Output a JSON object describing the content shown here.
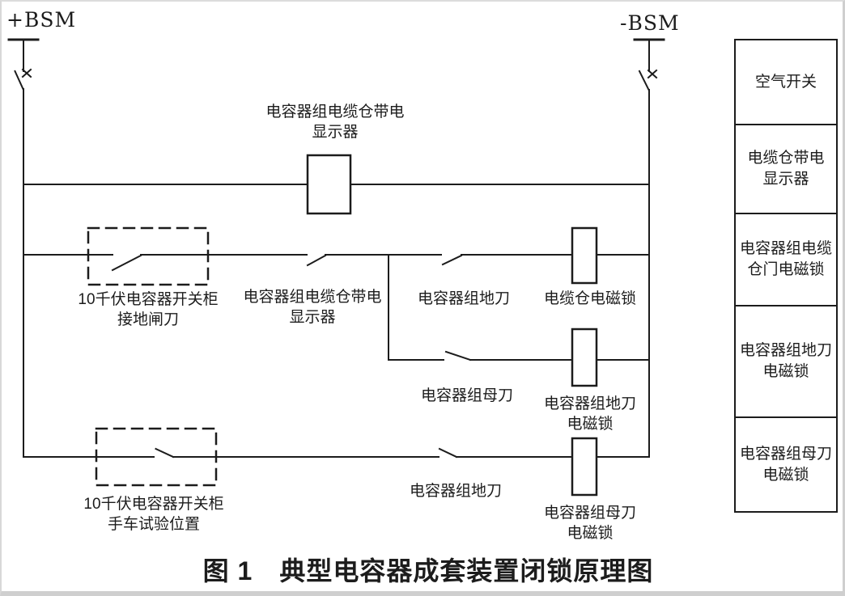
{
  "colors": {
    "line": "#1c1c1c",
    "text": "#1c1c1c",
    "background": "#ffffff",
    "frame": "#cfcfcf"
  },
  "bus": {
    "positive": "+BSM",
    "negative": "-BSM"
  },
  "diagram": {
    "row1": {
      "display_device": "电容器组电缆仓带电\n显示器"
    },
    "row2": {
      "cabinet_earth_switch": "10千伏电容器开关柜\n接地闸刀",
      "display_contact": "电容器组电缆仓带电\n显示器",
      "earth_knife": "电容器组地刀",
      "coil": "电缆仓电磁锁"
    },
    "row3": {
      "bus_knife": "电容器组母刀",
      "coil": "电容器组地刀\n电磁锁"
    },
    "row4": {
      "handcart_test_position": "10千伏电容器开关柜\n手车试验位置",
      "earth_knife": "电容器组地刀",
      "coil": "电容器组母刀\n电磁锁"
    }
  },
  "legend": {
    "items": [
      {
        "label": "空气开关"
      },
      {
        "label": "电缆仓带电\n显示器"
      },
      {
        "label": "电容器组电缆\n仓门电磁锁"
      },
      {
        "label": "电容器组地刀\n电磁锁"
      },
      {
        "label": "电容器组母刀\n电磁锁"
      }
    ]
  },
  "caption": "图 1　典型电容器成套装置闭锁原理图"
}
